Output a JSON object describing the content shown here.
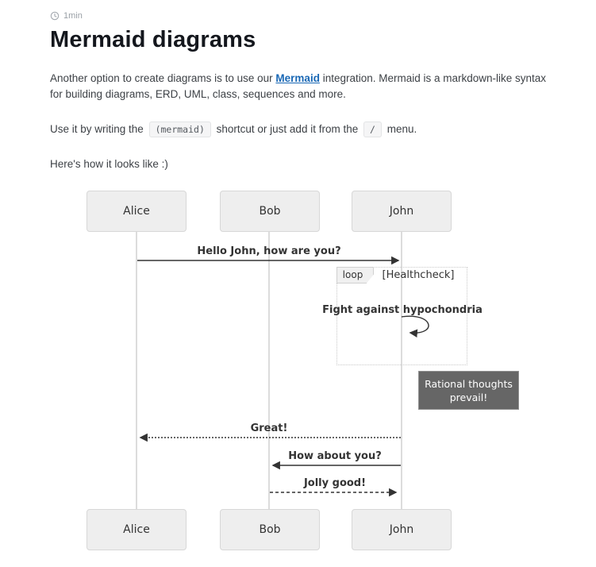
{
  "meta": {
    "read_time": "1min"
  },
  "page": {
    "title": "Mermaid diagrams"
  },
  "intro": {
    "before_link": "Another option to create diagrams is to use our ",
    "link_text": "Mermaid",
    "after_link": " integration. Mermaid is a markdown-like syntax for building diagrams, ERD, UML, class, sequences and more."
  },
  "usage": {
    "before_code": "Use it by writing the",
    "code_shortcut": "(mermaid)",
    "between": "shortcut or just add it from the",
    "code_slash": "/",
    "after": "menu."
  },
  "preview_line": "Here's how it looks like :)",
  "diagram": {
    "actors": [
      "Alice",
      "Bob",
      "John"
    ],
    "loop": {
      "label": "loop",
      "condition": "[Healthcheck]"
    },
    "note": {
      "line1": "Rational thoughts",
      "line2": "prevail!"
    },
    "messages": [
      {
        "text": "Hello John, how are you?",
        "from": "Alice",
        "to": "John",
        "style": "solid"
      },
      {
        "text": "Fight against hypochondria",
        "from": "John",
        "to": "John",
        "style": "self-loop"
      },
      {
        "text": "Great!",
        "from": "John",
        "to": "Alice",
        "style": "dotted"
      },
      {
        "text": "How about you?",
        "from": "John",
        "to": "Bob",
        "style": "solid"
      },
      {
        "text": "Jolly good!",
        "from": "Bob",
        "to": "John",
        "style": "dotted"
      }
    ]
  },
  "colors": {
    "link_blue": "#1a68b5",
    "actor_fill": "#eeeeee",
    "actor_border": "#d7d7d7",
    "note_fill": "#666666",
    "note_text": "#ffffff",
    "arrow": "#333333",
    "lifeline": "#dcdcdc"
  }
}
